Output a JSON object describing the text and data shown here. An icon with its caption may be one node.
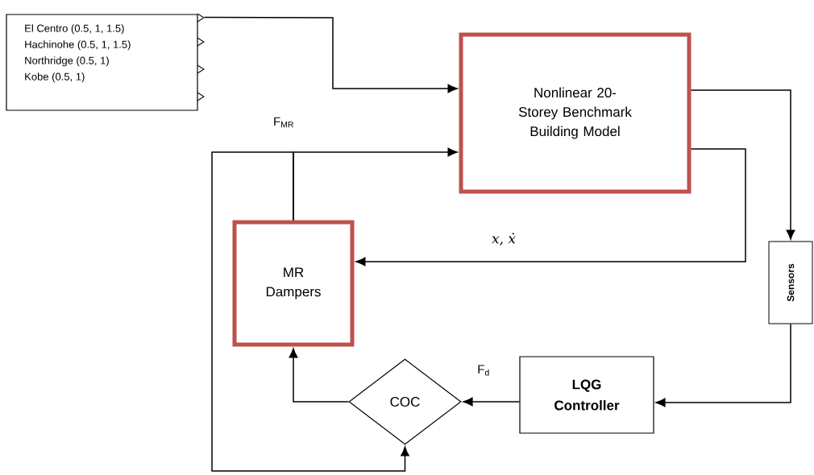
{
  "diagram": {
    "nodes": [
      {
        "text": [
          "El Centro (0.5, 1, 1.5)",
          "Hachinohe (0.5, 1, 1.5)",
          "Northridge (0.5, 1)",
          "Kobe (0.5, 1)"
        ]
      },
      {
        "text": [
          "Nonlinear 20-Storey Benchmark Building Model"
        ]
      },
      {
        "text": [
          "MR Dampers"
        ]
      },
      {
        "text": [
          "Sensors"
        ]
      },
      {
        "text": [
          "LQG Controller"
        ]
      },
      {
        "text": [
          "COC"
        ]
      }
    ],
    "edges": [
      {
        "from": 0,
        "to": 1,
        "arrow": "to"
      },
      {
        "from": 2,
        "to": 1,
        "arrow": "to",
        "label": "F$_{MR}$"
      },
      {
        "from": 1,
        "to": 2,
        "arrow": "to",
        "label": "x, ẋ"
      },
      {
        "from": 1,
        "to": 3,
        "arrow": "to"
      },
      {
        "from": 3,
        "to": 4,
        "arrow": "to"
      },
      {
        "from": 4,
        "to": 5,
        "arrow": "to",
        "label": "F$_{d}$"
      },
      {
        "from": 5,
        "to": 2,
        "arrow": "to"
      },
      {
        "from": 2,
        "to": 5,
        "arrow": "to"
      }
    ]
  }
}
